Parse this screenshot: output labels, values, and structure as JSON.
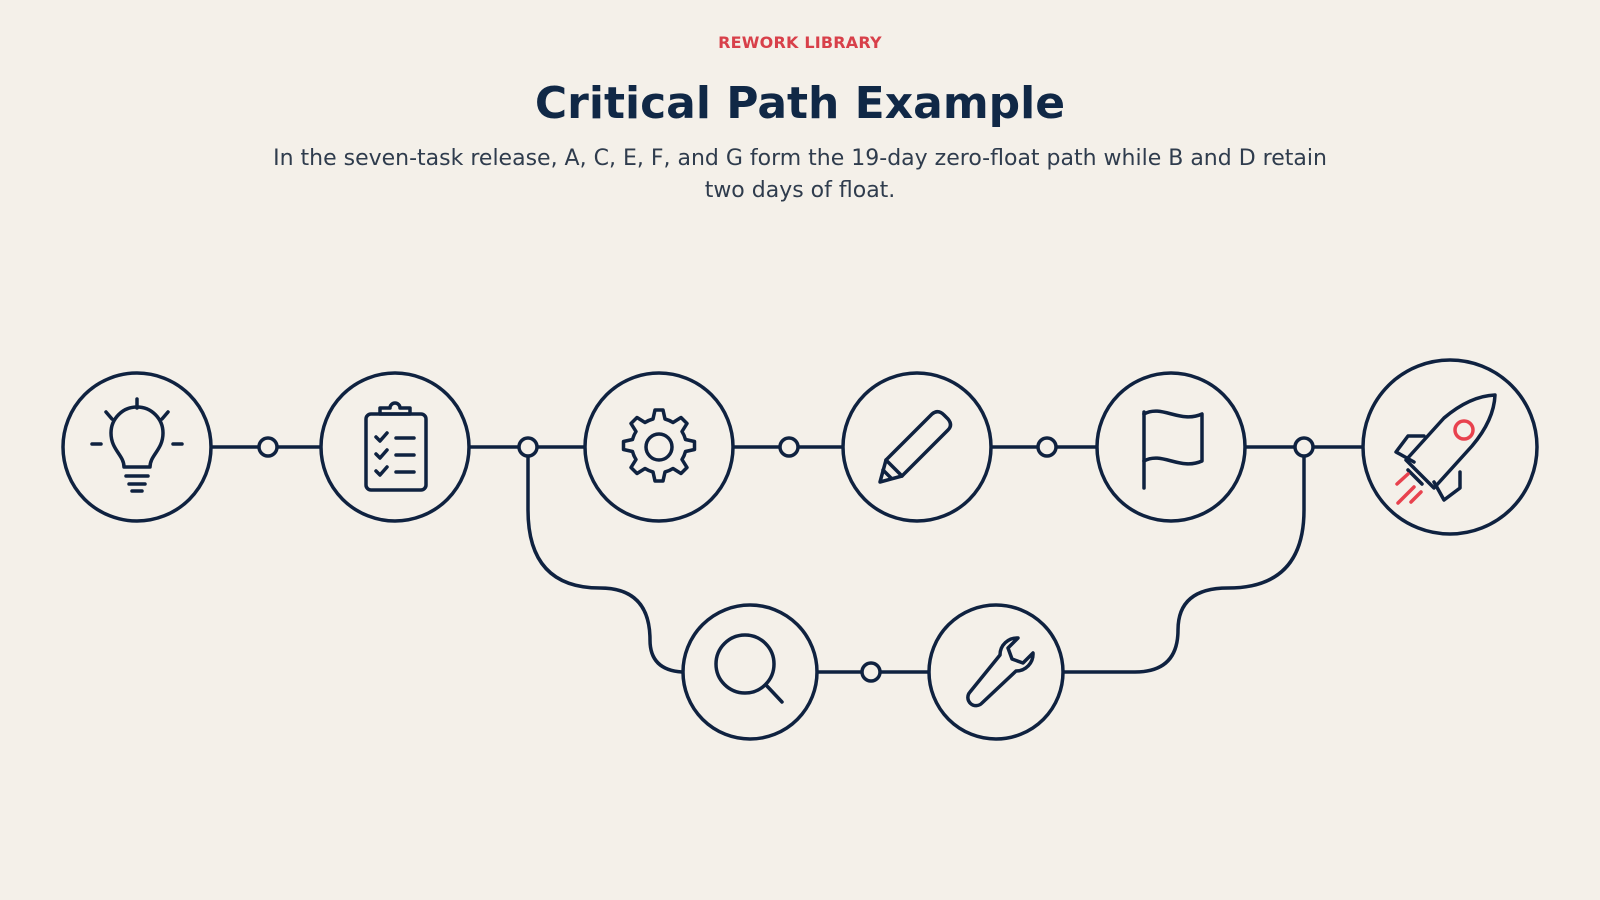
{
  "header": {
    "eyebrow": "REWORK LIBRARY",
    "title": "Critical Path Example",
    "subtitle": "In the seven-task release, A, C, E, F, and G form the 19-day zero-float path while B and D retain two days of float."
  },
  "diagram": {
    "nodes": [
      {
        "id": "idea",
        "icon": "lightbulb-icon"
      },
      {
        "id": "plan",
        "icon": "clipboard-checklist-icon"
      },
      {
        "id": "build",
        "icon": "gear-icon"
      },
      {
        "id": "design",
        "icon": "pencil-icon"
      },
      {
        "id": "milestone",
        "icon": "flag-icon"
      },
      {
        "id": "launch",
        "icon": "rocket-icon"
      },
      {
        "id": "review",
        "icon": "magnifier-icon"
      },
      {
        "id": "fix",
        "icon": "wrench-icon"
      }
    ]
  },
  "colors": {
    "background": "#f4f0e9",
    "stroke": "#0f2240",
    "accent": "#e8424e",
    "title": "#102846",
    "eyebrow": "#d8404a"
  }
}
